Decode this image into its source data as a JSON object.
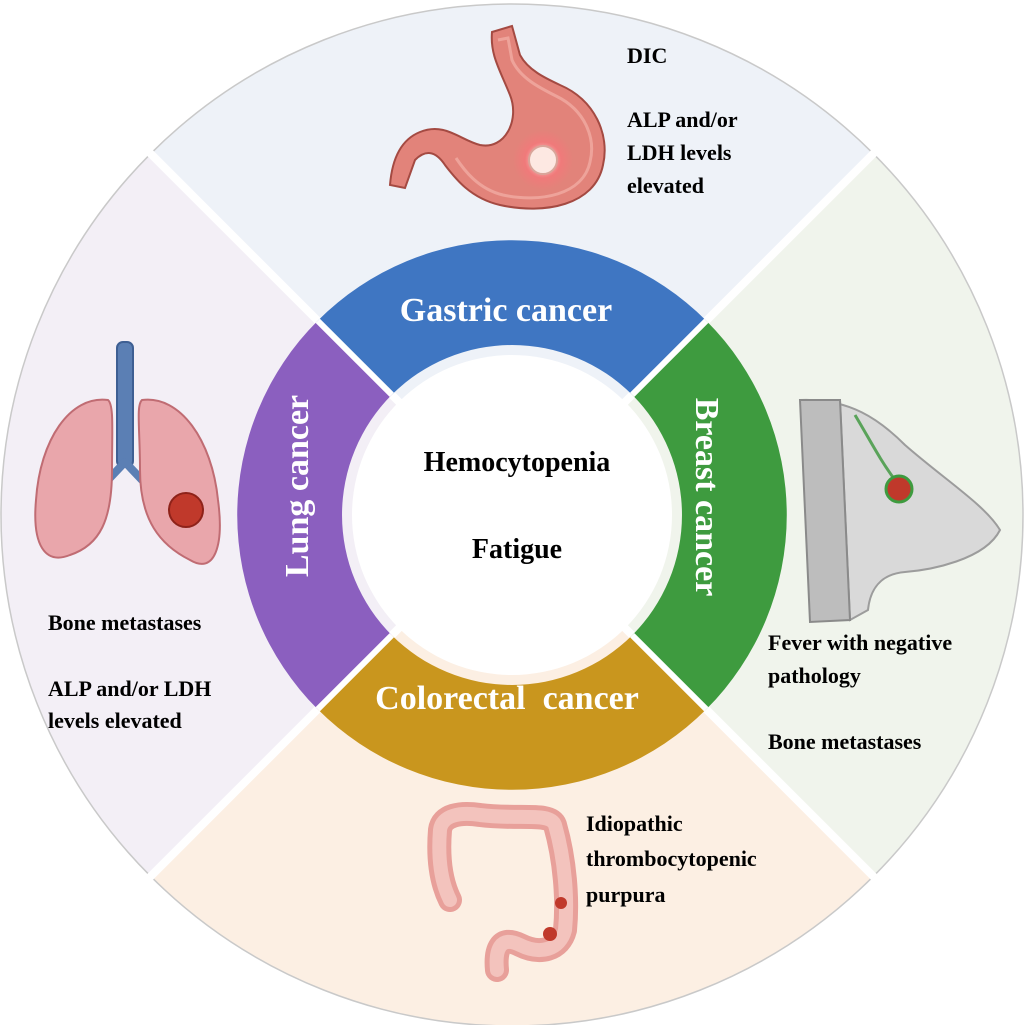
{
  "center": {
    "symptoms": [
      "Hemocytopenia",
      "Fatigue"
    ]
  },
  "cancers": {
    "gastric": {
      "name": "Gastric cancer",
      "color": "#3F76C2",
      "sector_color": "#EEF2F8",
      "notes": [
        "DIC",
        "ALP and/or",
        "LDH levels",
        "elevated"
      ],
      "illustration": "stomach-with-tumor"
    },
    "breast": {
      "name": "Breast cancer",
      "color": "#3E9B3F",
      "sector_color": "#F0F4EC",
      "notes": [
        "Fever with negative",
        "pathology",
        "Bone metastases"
      ],
      "illustration": "breast-with-tumor"
    },
    "colorectal": {
      "name": "Colorectal  cancer",
      "color": "#C9961E",
      "sector_color": "#FCEFE3",
      "notes": [
        "Idiopathic",
        "thrombocytopenic",
        "purpura"
      ],
      "illustration": "colon-with-tumors"
    },
    "lung": {
      "name": "Lung cancer",
      "color": "#8B5FBF",
      "sector_color": "#F3EFF6",
      "notes": [
        "Bone metastases",
        "ALP and/or LDH",
        "levels elevated"
      ],
      "illustration": "lungs-with-tumor"
    }
  }
}
